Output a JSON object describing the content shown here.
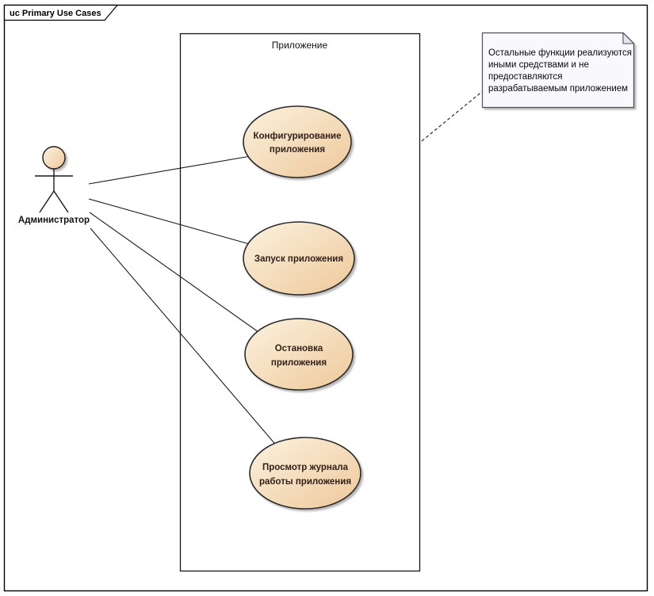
{
  "frame": {
    "title": "uc Primary Use Cases"
  },
  "boundary": {
    "label": "Приложение"
  },
  "actor": {
    "label": "Администратор"
  },
  "use_cases": [
    {
      "id": "configure-application",
      "lines": [
        "Конфигурирование",
        "приложения"
      ]
    },
    {
      "id": "launch-application",
      "lines": [
        "Запуск приложения"
      ]
    },
    {
      "id": "stop-application",
      "lines": [
        "Остановка",
        "приложения"
      ]
    },
    {
      "id": "view-application-log",
      "lines": [
        "Просмотр журнала",
        "работы приложения"
      ]
    }
  ],
  "note": {
    "lines": [
      "Остальные функции реализуются",
      "иными средствами и не",
      "предоставляются",
      "разрабатываемым приложением"
    ]
  },
  "colors": {
    "usecase_fill_light": "#fbf2de",
    "usecase_fill_dark": "#eec89a",
    "usecase_border": "#2a2a2a",
    "note_fill": "#f8f8fd",
    "note_fold_fill": "#e6e6f0",
    "note_border": "#50505e",
    "line": "#1c1c1c",
    "background": "#ffffff"
  }
}
